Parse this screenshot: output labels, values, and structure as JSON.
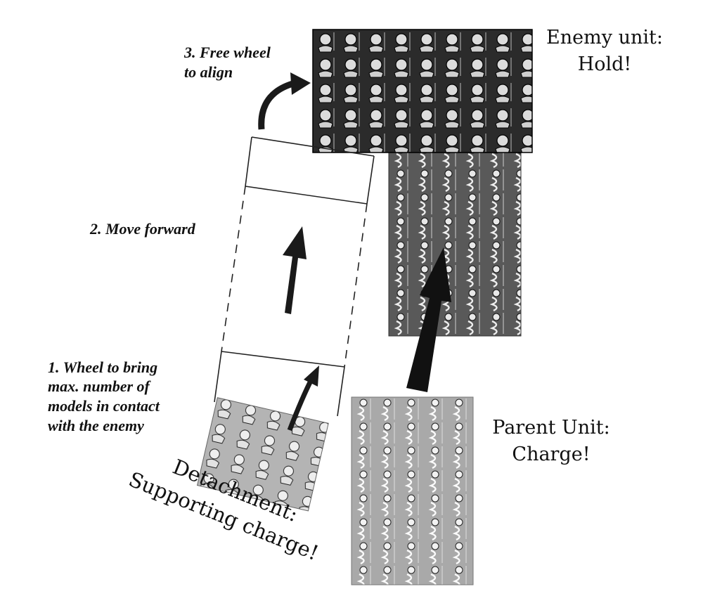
{
  "labels": {
    "enemy_line1": "Enemy unit:",
    "enemy_line2": "Hold!",
    "parent_line1": "Parent Unit:",
    "parent_line2": "Charge!",
    "detachment_line1": "Detachment:",
    "detachment_line2": "Supporting charge!",
    "step1_line1": "1. Wheel to bring",
    "step1_line2": "max. number of",
    "step1_line3": "models in contact",
    "step1_line4": "with the enemy",
    "step2": "2. Move forward",
    "step3_line1": "3. Free wheel",
    "step3_line2": "to align"
  },
  "colors": {
    "enemy_fill": "#2b2b2b",
    "parent_fill": "#a9a9a9",
    "overlap_fill": "#595959",
    "detachment_fill": "#b4b4b4",
    "arrow": "#1a1a1a"
  }
}
